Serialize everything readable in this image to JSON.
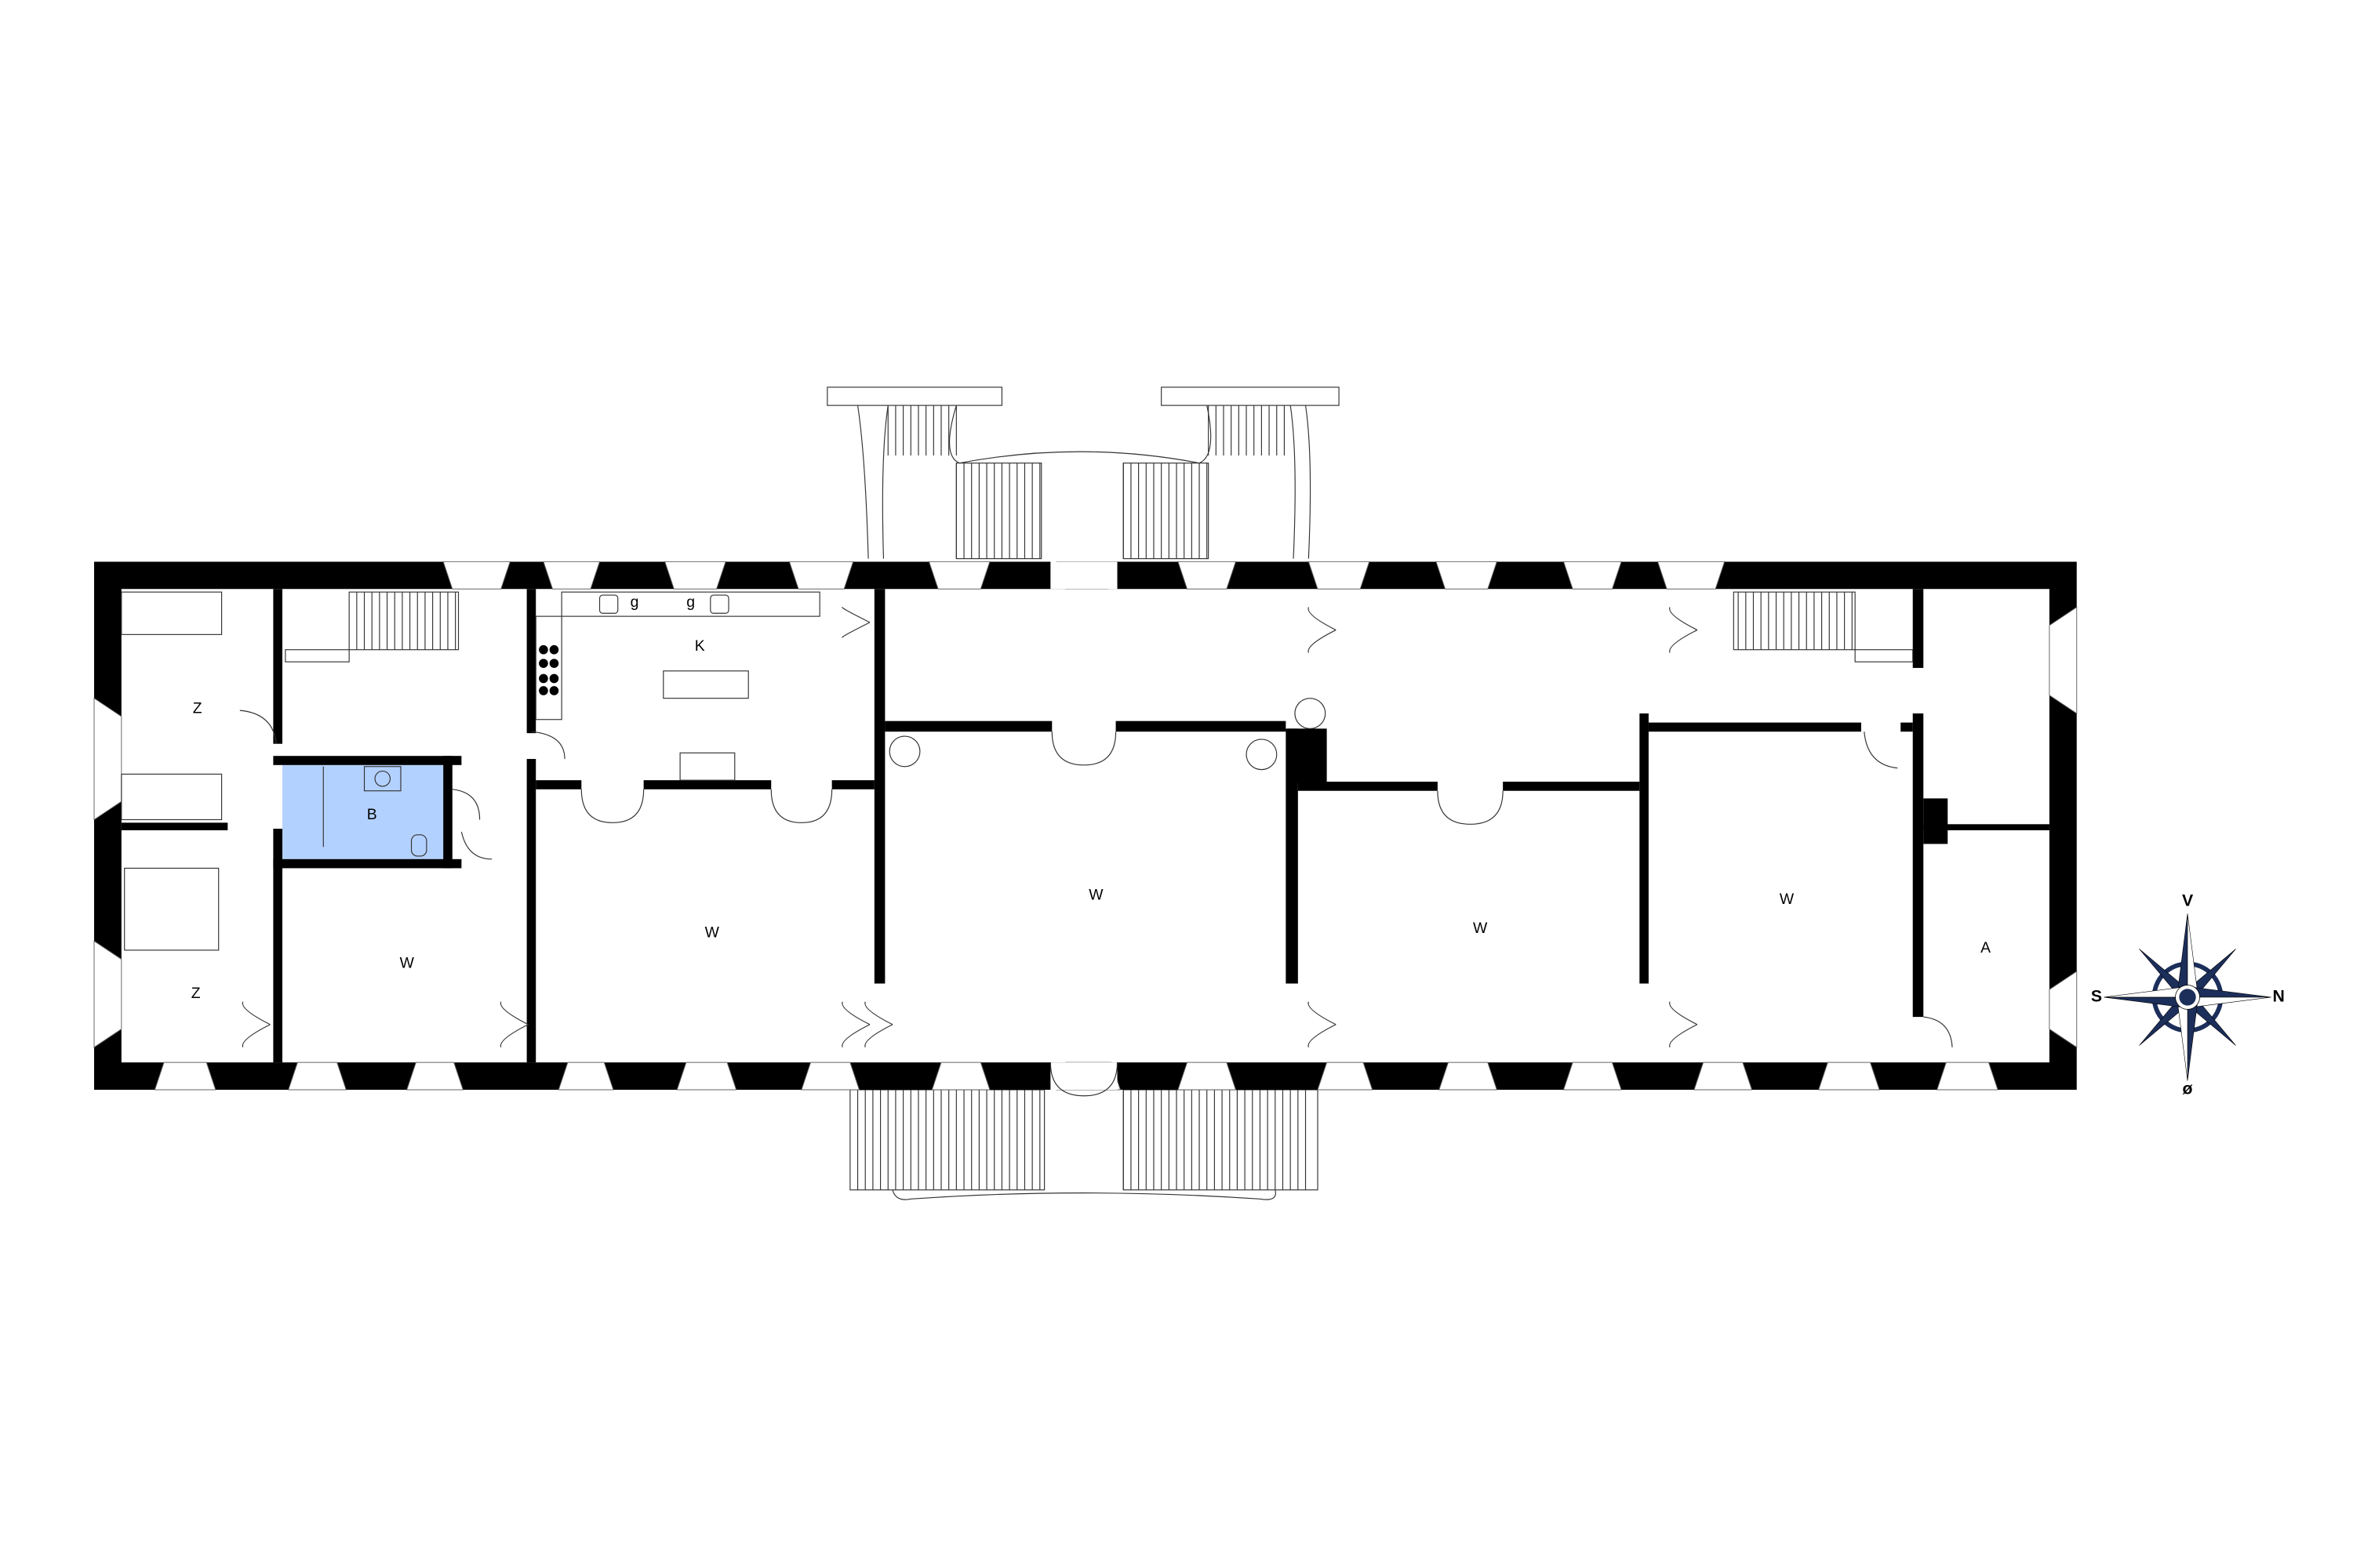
{
  "floor_plan": {
    "rooms": [
      {
        "id": "z1",
        "label": "Z"
      },
      {
        "id": "z2",
        "label": "Z"
      },
      {
        "id": "b",
        "label": "B",
        "fill": "#b3d1ff"
      },
      {
        "id": "w1",
        "label": "W"
      },
      {
        "id": "k",
        "label": "K"
      },
      {
        "id": "w2",
        "label": "W"
      },
      {
        "id": "w3",
        "label": "W"
      },
      {
        "id": "w4",
        "label": "W"
      },
      {
        "id": "w5",
        "label": "W"
      },
      {
        "id": "a",
        "label": "A"
      }
    ],
    "kitchen_marks": [
      "g",
      "g"
    ]
  },
  "compass": {
    "north": "N",
    "south": "S",
    "west": "V",
    "east": "ø",
    "color": "#1c2e5a"
  }
}
